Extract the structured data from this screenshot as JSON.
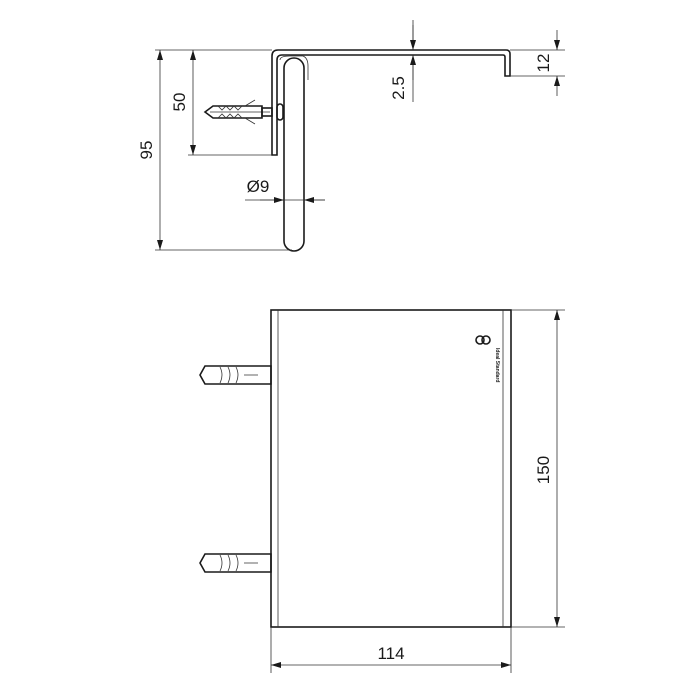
{
  "side_view": {
    "dimensions": {
      "overall_height": "95",
      "plate_height": "50",
      "thickness": "2.5",
      "lip_height": "12",
      "rod_diameter": "Ø9"
    }
  },
  "front_view": {
    "dimensions": {
      "height": "150",
      "width": "114"
    },
    "logo": {
      "text": "Ideal Standard",
      "icon": "ideal-standard-logo"
    }
  },
  "colors": {
    "line": "#1a1a1a",
    "background": "#ffffff"
  }
}
